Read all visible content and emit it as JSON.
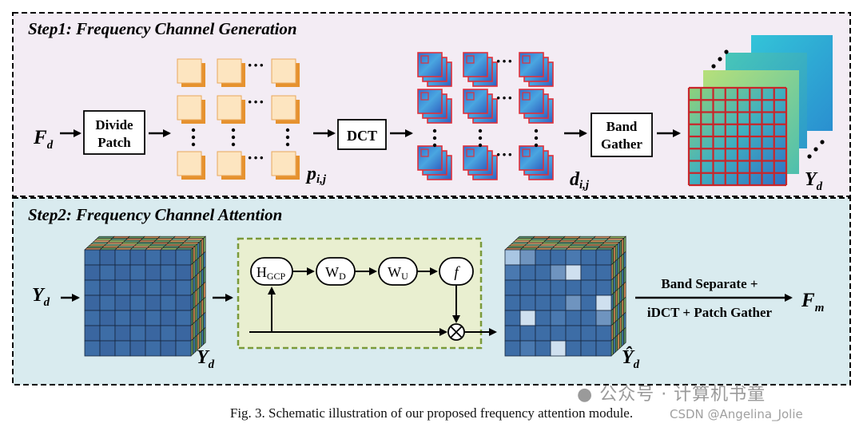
{
  "step1": {
    "title": "Step1: Frequency Channel Generation",
    "input": "F",
    "input_sub": "d",
    "divide_line1": "Divide",
    "divide_line2": "Patch",
    "patch_label": "p",
    "patch_sub": "i,j",
    "dct_label": "DCT",
    "dct_out_label": "d",
    "dct_out_sub": "i,j",
    "band_line1": "Band",
    "band_line2": "Gather",
    "output": "Y",
    "output_sub": "d"
  },
  "step2": {
    "title": "Step2: Frequency Channel Attention",
    "input": "Y",
    "input_sub": "d",
    "cube_label": "Y",
    "cube_sub": "d",
    "h_label": "H",
    "h_sub": "GCP",
    "wd_label": "W",
    "wd_sub": "D",
    "wu_label": "W",
    "wu_sub": "U",
    "f_label": "f",
    "mult_symbol": "⊗",
    "out_cube_label": "Ŷ",
    "out_cube_sub": "d",
    "sep_line1": "Band Separate +",
    "sep_line2": "iDCT + Patch Gather",
    "final": "F",
    "final_sub": "m"
  },
  "caption": "Fig. 3.    Schematic illustration of our proposed frequency attention module.",
  "watermark_wechat": "公众号 · 计算机书童",
  "watermark_csdn": "CSDN @Angelina_Jolie",
  "colors": {
    "step1_bg": "#f3ecf4",
    "step2_bg": "#d9ebef",
    "patch_fill": "#fde5c0",
    "patch_shadow": "#e6922f",
    "dct_border": "#e0303a",
    "grid_red": "#c8262a",
    "attention_bg": "#e9efd0",
    "attention_border": "#7a9a3a",
    "cube_blue": "#3d6da6"
  }
}
